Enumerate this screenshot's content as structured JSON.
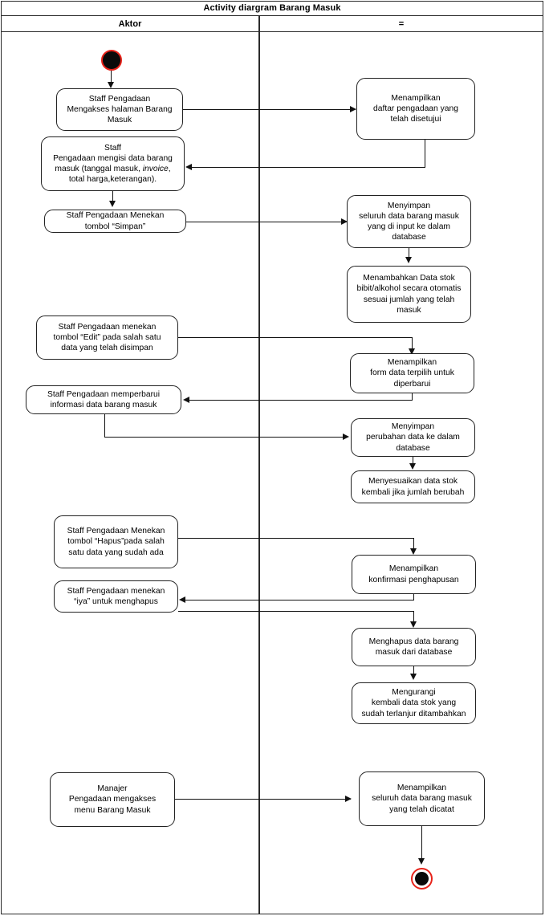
{
  "diagram": {
    "title": "Activity diargram Barang Masuk",
    "lanes": [
      {
        "id": "aktor",
        "label": "Aktor"
      },
      {
        "id": "sistem",
        "label": "="
      }
    ],
    "start_node_label": "start-node",
    "end_node_label": "end-node"
  },
  "nodes": {
    "n1": {
      "lane": "aktor",
      "lines": [
        "Staff Pengadaan",
        "Mengakses halaman Barang",
        "Masuk"
      ]
    },
    "n2": {
      "lane": "sistem",
      "lines": [
        "Menampilkan",
        "daftar pengadaan yang",
        "telah disetujui"
      ]
    },
    "n3": {
      "lane": "aktor",
      "lines": [
        "Staff",
        "Pengadaan mengisi data barang",
        "masuk (tanggal masuk, invoice,",
        "total harga,keterangan)."
      ],
      "italic_word": "invoice"
    },
    "n4": {
      "lane": "aktor",
      "lines": [
        "Staff Pengadaan  Menekan",
        "tombol “Simpan”"
      ]
    },
    "n5": {
      "lane": "sistem",
      "lines": [
        "Menyimpan",
        "seluruh data barang masuk",
        "yang di input ke dalam",
        "database"
      ]
    },
    "n6": {
      "lane": "sistem",
      "lines": [
        "Menambahkan Data stok",
        "bibit/alkohol secara otomatis",
        "sesuai jumlah yang telah",
        "masuk"
      ]
    },
    "n7": {
      "lane": "aktor",
      "lines": [
        "Staff Pengadaan menekan",
        "tombol “Edit” pada salah satu",
        "data yang telah disimpan"
      ]
    },
    "n8": {
      "lane": "sistem",
      "lines": [
        "Menampilkan",
        "form data terpilih untuk",
        "diperbarui"
      ]
    },
    "n9": {
      "lane": "aktor",
      "lines": [
        "Staff Pengadaan memperbarui",
        "informasi data barang masuk"
      ]
    },
    "n10": {
      "lane": "sistem",
      "lines": [
        "Menyimpan",
        "perubahan data ke dalam",
        "database"
      ]
    },
    "n11": {
      "lane": "sistem",
      "lines": [
        "Menyesuaikan data stok",
        "kembali jika jumlah berubah"
      ]
    },
    "n12": {
      "lane": "aktor",
      "lines": [
        "Staff Pengadaan Menekan",
        "tombol “Hapus”pada salah",
        "satu  data  yang sudah ada"
      ]
    },
    "n13": {
      "lane": "sistem",
      "lines": [
        "Menampilkan",
        "konfirmasi penghapusan"
      ]
    },
    "n14": {
      "lane": "aktor",
      "lines": [
        "Staff Pengadaan menekan",
        "“iya” untuk menghapus"
      ]
    },
    "n15": {
      "lane": "sistem",
      "lines": [
        "Menghapus data barang",
        "masuk  dari database"
      ]
    },
    "n16": {
      "lane": "sistem",
      "lines": [
        "Mengurangi",
        "kembali data stok yang",
        "sudah terlanjur ditambahkan"
      ]
    },
    "n17": {
      "lane": "aktor",
      "lines": [
        "Manajer",
        "Pengadaan mengakses",
        "menu Barang Masuk"
      ]
    },
    "n18": {
      "lane": "sistem",
      "lines": [
        "Menampilkan",
        "seluruh data barang masuk",
        "yang telah dicatat"
      ]
    }
  },
  "colors": {
    "start_ring": "#e8231a",
    "start_fill": "#0a0a0a",
    "end_ring": "#e8231a",
    "end_fill": "#0a0a0a",
    "border": "#222222",
    "frame": "#2b2b2b",
    "connector": "#111111",
    "background": "#ffffff"
  }
}
